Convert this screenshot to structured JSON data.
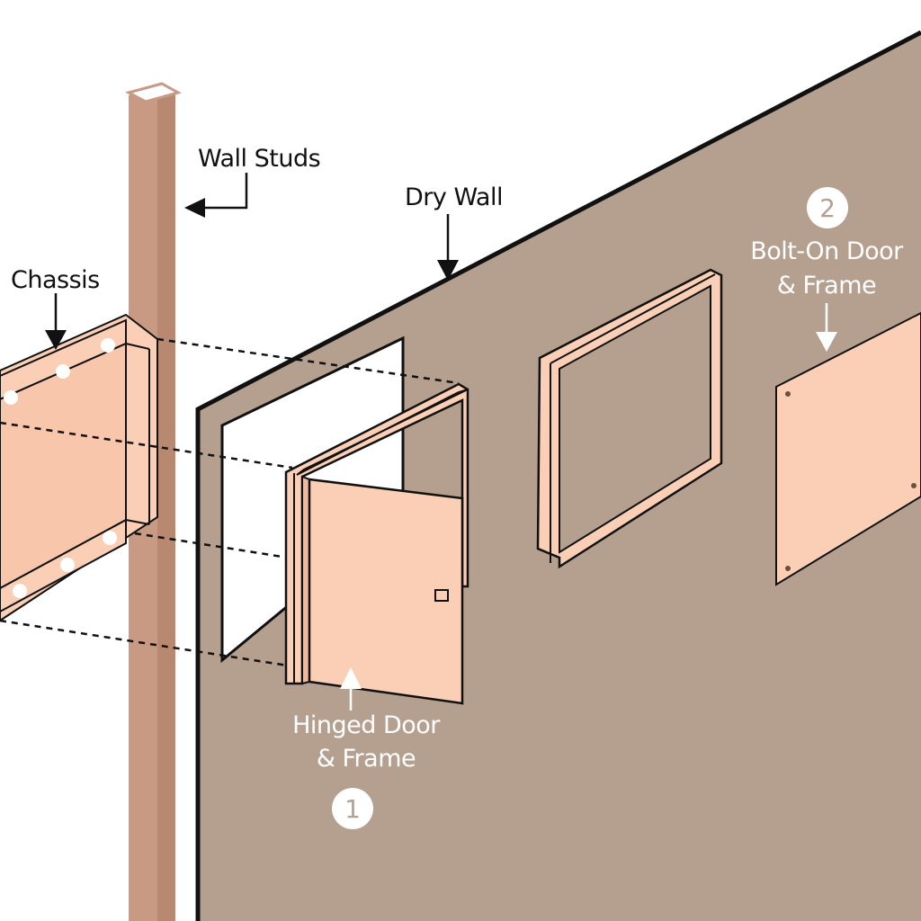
{
  "labels": {
    "wall_studs": "Wall Studs",
    "dry_wall": "Dry Wall",
    "chassis": "Chassis",
    "bolt_on_line1": "Bolt-On Door",
    "bolt_on_line2": "& Frame",
    "hinged_line1": "Hinged Door",
    "hinged_line2": "& Frame"
  },
  "markers": {
    "one": "1",
    "two": "2"
  },
  "colors": {
    "drywall": "#b5a08f",
    "stud": "#c99a83",
    "part": "#fbcfb6",
    "outline": "#111111",
    "background": "#ffffff"
  }
}
